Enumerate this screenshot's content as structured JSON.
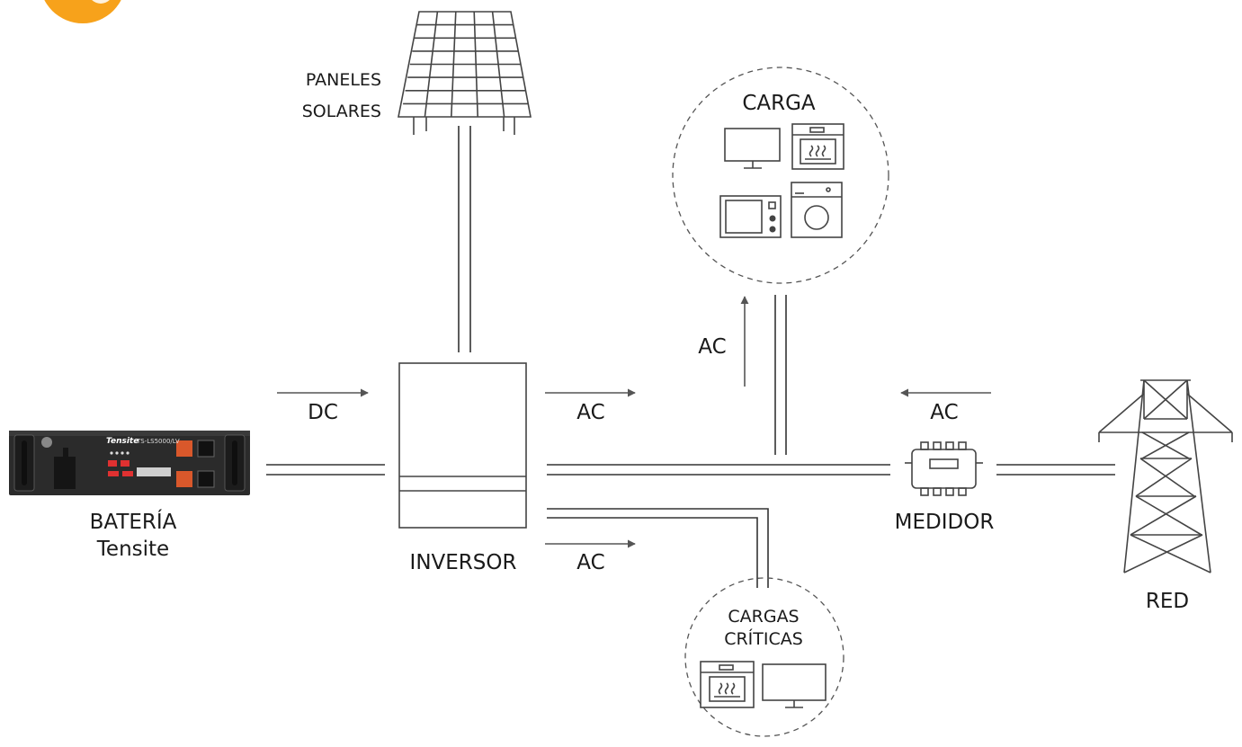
{
  "labels": {
    "solar_line1": "PANELES",
    "solar_line2": "SOLARES",
    "load_title": "CARGA",
    "critical_line1": "CARGAS",
    "critical_line2": "CRÍTICAS",
    "battery_line1": "BATERÍA",
    "battery_line2": "Tensite",
    "inverter": "INVERSOR",
    "meter": "MEDIDOR",
    "grid": "RED",
    "battery_brand": "Tensite",
    "battery_model": "TS-LS5000/LV"
  },
  "flows": {
    "battery_to_inverter": "DC",
    "inverter_to_bus": "AC",
    "bus_to_load": "AC",
    "grid_to_bus": "AC",
    "inverter_to_critical": "AC"
  },
  "colors": {
    "logo_orange": "#F7A21B",
    "battery_body": "#2b2b2b",
    "battery_terminal": "#d9582b",
    "battery_indicator": "#e03131"
  }
}
